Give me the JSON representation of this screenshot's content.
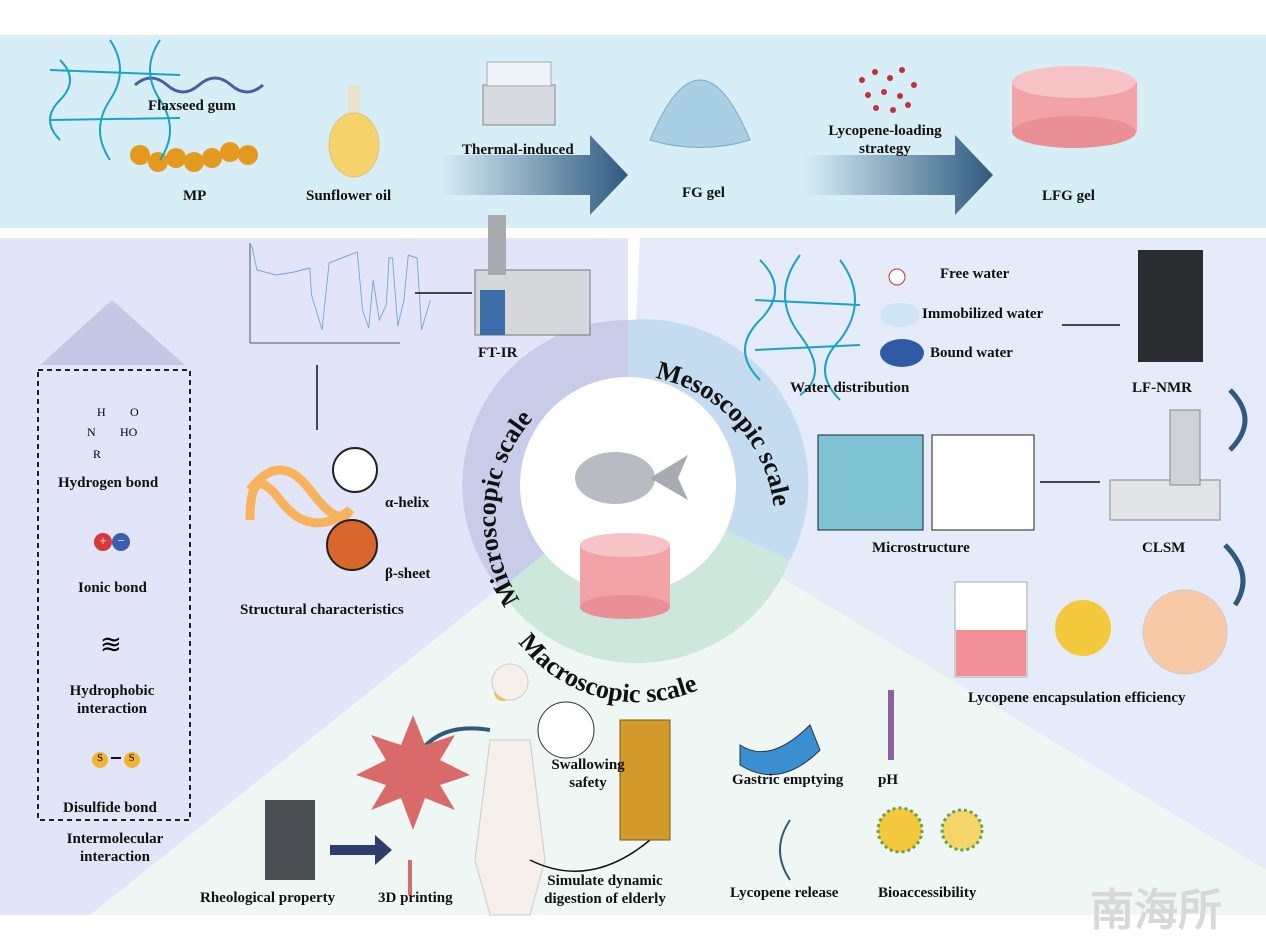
{
  "top": {
    "flaxseed_gum": "Flaxseed gum",
    "mp": "MP",
    "sunflower_oil": "Sunflower oil",
    "thermal_induced": "Thermal-induced",
    "fg_gel": "FG gel",
    "lycopene_loading": "Lycopene-loading strategy",
    "lfg_gel": "LFG gel"
  },
  "scales": {
    "microscopic": "Microscopic scale",
    "mesoscopic": "Mesoscopic scale",
    "macroscopic": "Macroscopic scale"
  },
  "micro": {
    "ftir": "FT-IR",
    "alpha_helix": "α-helix",
    "beta_sheet": "β-sheet",
    "structural": "Structural characteristics",
    "hydrogen_bond": "Hydrogen bond",
    "ionic_bond": "Ionic bond",
    "hydrophobic": "Hydrophobic interaction",
    "disulfide": "Disulfide bond",
    "intermolecular": "Intermolecular interaction",
    "hbond_atoms": {
      "h": "H",
      "o": "O",
      "n": "N",
      "ho": "HO",
      "r": "R"
    },
    "ion_plus": "+",
    "ion_minus": "−",
    "sulfur": "S"
  },
  "meso": {
    "free_water": "Free water",
    "immobilized_water": "Immobilized water",
    "bound_water": "Bound water",
    "water_distribution": "Water distribution",
    "lf_nmr": "LF-NMR",
    "microstructure": "Microstructure",
    "clsm": "CLSM",
    "encapsulation": "Lycopene encapsulation efficiency"
  },
  "macro": {
    "rheological": "Rheological property",
    "printing": "3D printing",
    "swallowing": "Swallowing safety",
    "digestion": "Simulate dynamic digestion of elderly",
    "gastric": "Gastric emptying",
    "ph": "pH",
    "release": "Lycopene release",
    "bioaccessibility": "Bioaccessibility"
  },
  "watermark": "南海所",
  "colors": {
    "top_band": "#d8eef6",
    "micro_panel": "#e2e5f7",
    "meso_panel": "#e5ebf8",
    "macro_panel": "#eef7f3",
    "arrow": "#2f5a7f",
    "gel_pink": "#f2a3a8",
    "network": "#1aa3c9"
  }
}
